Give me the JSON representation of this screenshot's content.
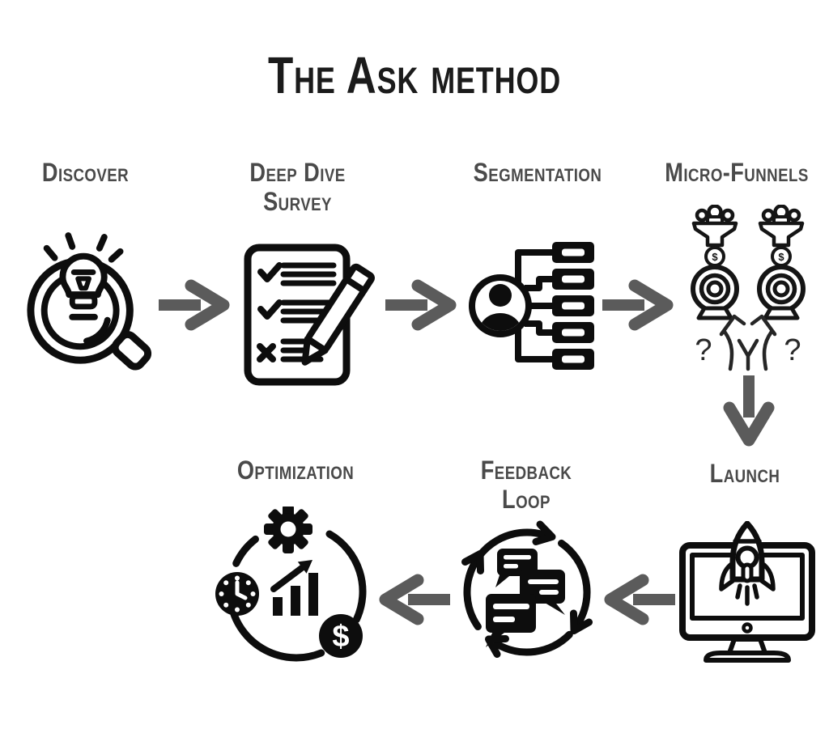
{
  "title": "The Ask method",
  "colors": {
    "background": "#ffffff",
    "title_text": "#1b1b1b",
    "label_text": "#4a4a4a",
    "arrow_gray": "#5b5b5b",
    "icon_black": "#0d0d0d"
  },
  "steps": [
    {
      "label": "Discover",
      "icon": "lightbulb-magnifier-icon"
    },
    {
      "label": "Deep Dive\nSurvey",
      "icon": "survey-checklist-pencil-icon"
    },
    {
      "label": "Segmentation",
      "icon": "user-segments-tree-icon"
    },
    {
      "label": "Micro-Funnels",
      "icon": "funnels-targets-split-path-icon",
      "glyphs": {
        "dollar": "$",
        "question_left": "?",
        "question_right": "?"
      }
    },
    {
      "label": "Launch",
      "icon": "rocket-monitor-icon"
    },
    {
      "label": "Feedback Loop",
      "icon": "chat-bubbles-cycle-icon"
    },
    {
      "label": "Optimization",
      "icon": "gear-clock-growth-dollar-icon",
      "glyphs": {
        "dollar": "$"
      }
    }
  ],
  "connectors": [
    {
      "from": "Discover",
      "to": "Deep Dive Survey",
      "direction": "right"
    },
    {
      "from": "Deep Dive Survey",
      "to": "Segmentation",
      "direction": "right"
    },
    {
      "from": "Segmentation",
      "to": "Micro-Funnels",
      "direction": "right"
    },
    {
      "from": "Micro-Funnels",
      "to": "Launch",
      "direction": "down"
    },
    {
      "from": "Launch",
      "to": "Feedback Loop",
      "direction": "left"
    },
    {
      "from": "Feedback Loop",
      "to": "Optimization",
      "direction": "left"
    }
  ]
}
